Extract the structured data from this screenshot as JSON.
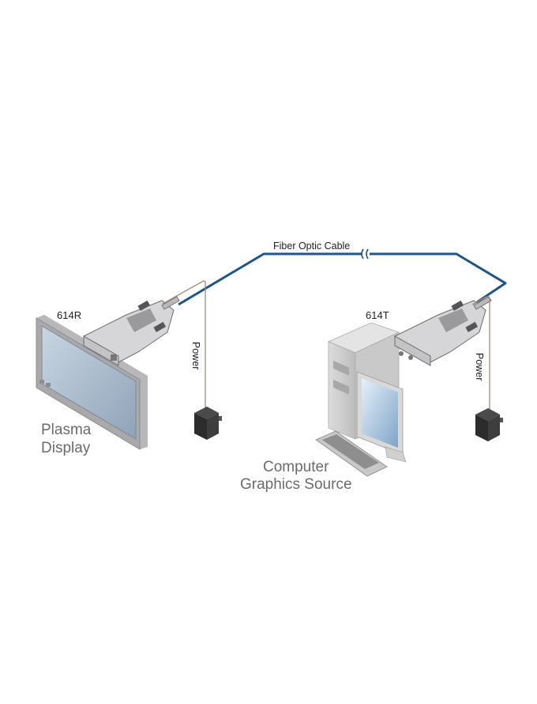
{
  "title": "614R / 614T fiber optic extender connection diagram",
  "labels": {
    "cable": "Fiber Optic Cable",
    "receiver": "614R",
    "transmitter": "614T",
    "power_left": "Power",
    "power_right": "Power",
    "display_line1": "Plasma",
    "display_line2": "Display",
    "source_line1": "Computer",
    "source_line2": "Graphics Source"
  },
  "colors": {
    "fiber_cable": "#1f5586",
    "power_cord": "#a08a7c",
    "device_body": "#d4d4d6",
    "label_gray": "#6b6b6b"
  }
}
